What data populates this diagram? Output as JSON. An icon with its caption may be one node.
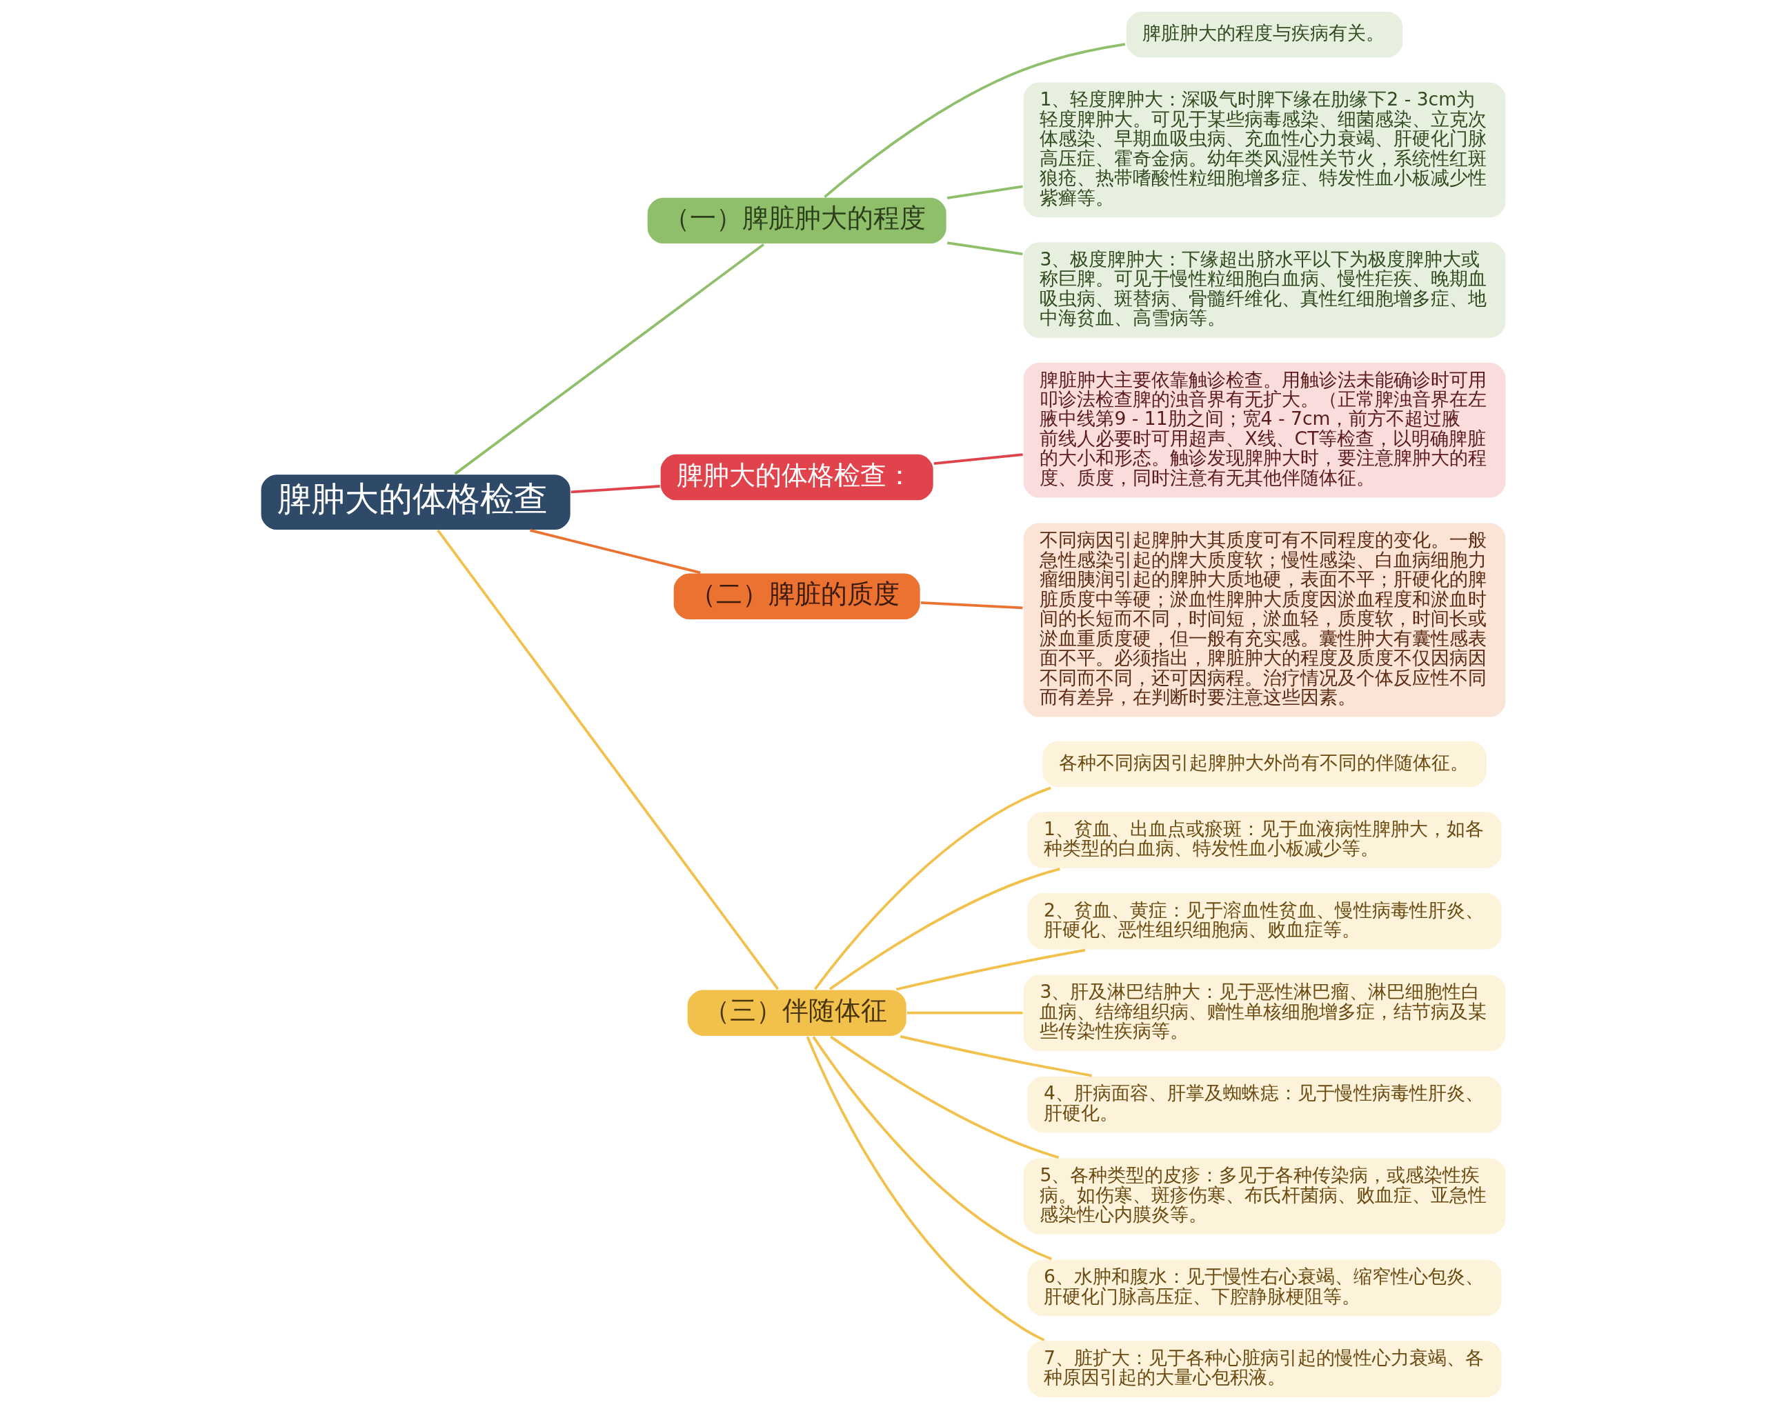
{
  "diagram": {
    "nodes": [
      {
        "text": [
          "脾肿大的体格检查"
        ]
      },
      {
        "text": [
          "（一）脾脏肿大的程度"
        ]
      },
      {
        "text": [
          "脾脏肿大的程度与疾病有关。"
        ]
      },
      {
        "text": [
          "1、轻度脾肿大：深吸气时脾下缘在肋缘下2 - 3cm为轻度脾肿大。可见于某些病毒感染、细菌感染、立克次体感染、早期血吸虫病、充血性心力衰竭、肝硬化门脉高压症、霍奇金病。幼年类风湿性关节火，系统性红斑狼疮、热带嗜酸性粒细胞增多症、特发性血小板减少性紫癣等。"
        ]
      },
      {
        "text": [
          "3、极度脾肿大：下缘超出脐水平以下为极度脾肿大或称巨脾。可见于慢性粒细胞白血病、慢性疟疾、晚期血吸虫病、斑替病、骨髓纤维化、真性红细胞增多症、地中海贫血、高雪病等。"
        ]
      },
      {
        "text": [
          "脾肿大的体格检查："
        ]
      },
      {
        "text": [
          "脾脏肿大主要依靠触诊检查。用触诊法未能确诊时可用叩诊法检查脾的浊音界有无扩大。（正常脾浊音界在左腋中线第9 - 11肋之间；宽4 - 7cm，前方不超过腋前线人必要时可用超声、X线、CT等检查，以明确脾脏的大小和形态。触诊发现脾肿大时，要注意脾肿大的程度、质度，同时注意有无其他伴随体征。"
        ]
      },
      {
        "text": [
          "（二）脾脏的质度"
        ]
      },
      {
        "text": [
          "不同病因引起脾肿大其质度可有不同程度的变化。一般急性感染引起的牌大质度软；慢性感染、白血病细胞力瘤细胰润引起的脾肿大质地硬，表面不平；肝硬化的脾脏质度中等硬；淤血性脾肿大质度因淤血程度和淤血时间的长短而不同，时间短，淤血轻，质度软，时间长或淤血重质度硬，但一般有充实感。囊性肿大有囊性感表面不平。必须指出，脾脏肿大的程度及质度不仅因病因不同而不同，还可因病程。治疗情况及个体反应性不同而有差异，在判断时要注意这些因素。"
        ]
      },
      {
        "text": [
          "（三）伴随体征"
        ]
      },
      {
        "text": [
          "各种不同病因引起脾肿大外尚有不同的伴随体征。"
        ]
      },
      {
        "text": [
          "1、贫血、出血点或瘀斑：见于血液病性脾肿大，如各种类型的白血病、特发性血小板减少等。"
        ]
      },
      {
        "text": [
          "2、贫血、黄症：见于溶血性贫血、慢性病毒性肝炎、肝硬化、恶性组织细胞病、败血症等。"
        ]
      },
      {
        "text": [
          "3、肝及淋巴结肿大：见于恶性淋巴瘤、淋巴细胞性白血病、结缔组织病、赠性单核细胞增多症，结节病及某些传染性疾病等。"
        ]
      },
      {
        "text": [
          "4、肝病面容、肝掌及蜘蛛痣：见于慢性病毒性肝炎、肝硬化。"
        ]
      },
      {
        "text": [
          "5、各种类型的皮疹：多见于各种传染病，或感染性疾病。如伤寒、斑疹伤寒、布氏杆菌病、败血症、亚急性感染性心内膜炎等。"
        ]
      },
      {
        "text": [
          "6、水肿和腹水：见于慢性右心衰竭、缩窄性心包炎、肝硬化门脉高压症、下腔静脉梗阻等。"
        ]
      },
      {
        "text": [
          "7、脏扩大：见于各种心脏病引起的慢性心力衰竭、各种原因引起的大量心包积液。"
        ]
      }
    ],
    "edges": [
      {
        "from": 0,
        "to": 1,
        "arrow": "none",
        "color": "#8fbf6b"
      },
      {
        "from": 1,
        "to": 2,
        "arrow": "none",
        "color": "#8fbf6b"
      },
      {
        "from": 1,
        "to": 3,
        "arrow": "none",
        "color": "#8fbf6b"
      },
      {
        "from": 1,
        "to": 4,
        "arrow": "none",
        "color": "#8fbf6b"
      },
      {
        "from": 0,
        "to": 5,
        "arrow": "none",
        "color": "#e0434b"
      },
      {
        "from": 5,
        "to": 6,
        "arrow": "none",
        "color": "#e0434b"
      },
      {
        "from": 0,
        "to": 7,
        "arrow": "none",
        "color": "#ec7232"
      },
      {
        "from": 7,
        "to": 8,
        "arrow": "none",
        "color": "#ec7232"
      },
      {
        "from": 0,
        "to": 9,
        "arrow": "none",
        "color": "#f2c14c"
      },
      {
        "from": 9,
        "to": 10,
        "arrow": "none",
        "color": "#f2c14c"
      },
      {
        "from": 9,
        "to": 11,
        "arrow": "none",
        "color": "#f2c14c"
      },
      {
        "from": 9,
        "to": 12,
        "arrow": "none",
        "color": "#f2c14c"
      },
      {
        "from": 9,
        "to": 13,
        "arrow": "none",
        "color": "#f2c14c"
      },
      {
        "from": 9,
        "to": 14,
        "arrow": "none",
        "color": "#f2c14c"
      },
      {
        "from": 9,
        "to": 15,
        "arrow": "none",
        "color": "#f2c14c"
      },
      {
        "from": 9,
        "to": 16,
        "arrow": "none",
        "color": "#f2c14c"
      },
      {
        "from": 9,
        "to": 17,
        "arrow": "none",
        "color": "#f2c14c"
      }
    ]
  }
}
